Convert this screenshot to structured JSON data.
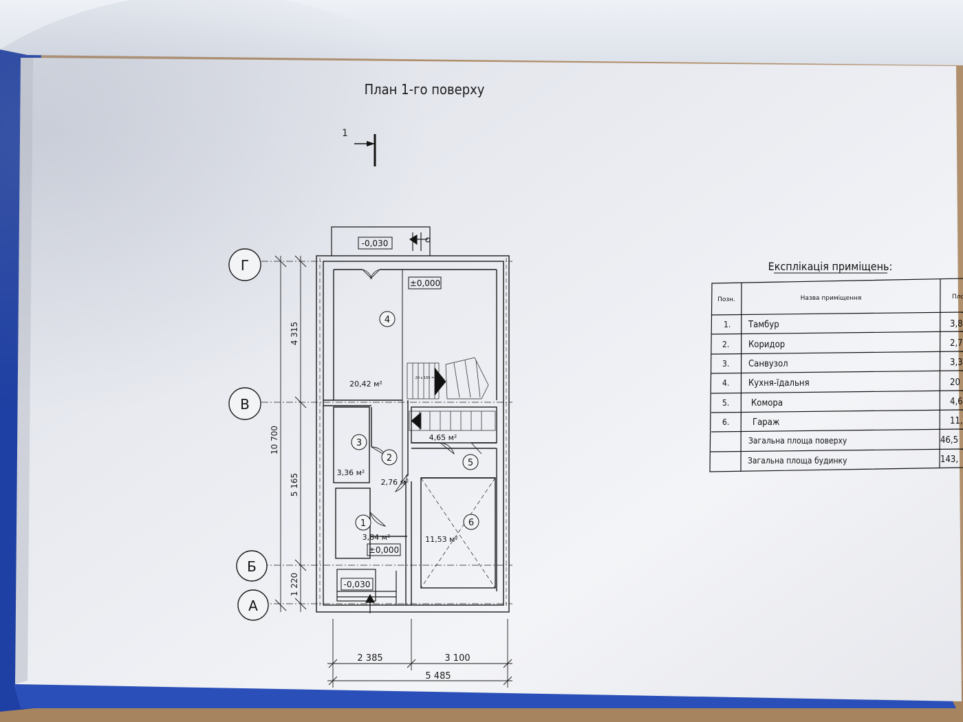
{
  "sheet": {
    "title": "План 1-го поверху",
    "section_mark": "1"
  },
  "axes": [
    {
      "id": "g",
      "label": "Г"
    },
    {
      "id": "v",
      "label": "В"
    },
    {
      "id": "b",
      "label": "Б"
    },
    {
      "id": "a",
      "label": "А"
    }
  ],
  "dimensions": {
    "left_total": "10 700",
    "left_top": "4 315",
    "left_mid": "5 165",
    "left_bottom": "1 220",
    "bottom_left": "2 385",
    "bottom_right": "3 100",
    "bottom_total": "5 485"
  },
  "levels": {
    "porch_top": "-0,030",
    "kitchen": "±0,000",
    "vestibule": "±0,000",
    "porch_bottom": "-0,030"
  },
  "rooms": [
    {
      "num": "1",
      "area": "3,84 м²"
    },
    {
      "num": "2",
      "area": "2,76 м²"
    },
    {
      "num": "3",
      "area": "3,36 м²"
    },
    {
      "num": "4",
      "area": "20,42 м²"
    },
    {
      "num": "5",
      "area": "4,65 м²"
    },
    {
      "num": "6",
      "area": "11,53 м²"
    }
  ],
  "stair_note": "20 x 165 = 3 ...",
  "explication": {
    "title": "Експлікація приміщень:",
    "headers": [
      "Позн.",
      "Назва приміщення",
      "Пло"
    ],
    "rows": [
      {
        "pos": "1.",
        "name": "Тамбур",
        "area": "3,8"
      },
      {
        "pos": "2.",
        "name": "Коридор",
        "area": "2,7"
      },
      {
        "pos": "3.",
        "name": "Санвузол",
        "area": "3,3"
      },
      {
        "pos": "4.",
        "name": "Кухня-їдальня",
        "area": "20"
      },
      {
        "pos": "5.",
        "name": "Комора",
        "area": "4,6"
      },
      {
        "pos": "6.",
        "name": "Гараж",
        "area": "11,"
      },
      {
        "pos": "",
        "name": "Загальна площа поверху",
        "area": "46,5"
      },
      {
        "pos": "",
        "name": "Загальна площа будинку",
        "area": "143,"
      }
    ]
  }
}
